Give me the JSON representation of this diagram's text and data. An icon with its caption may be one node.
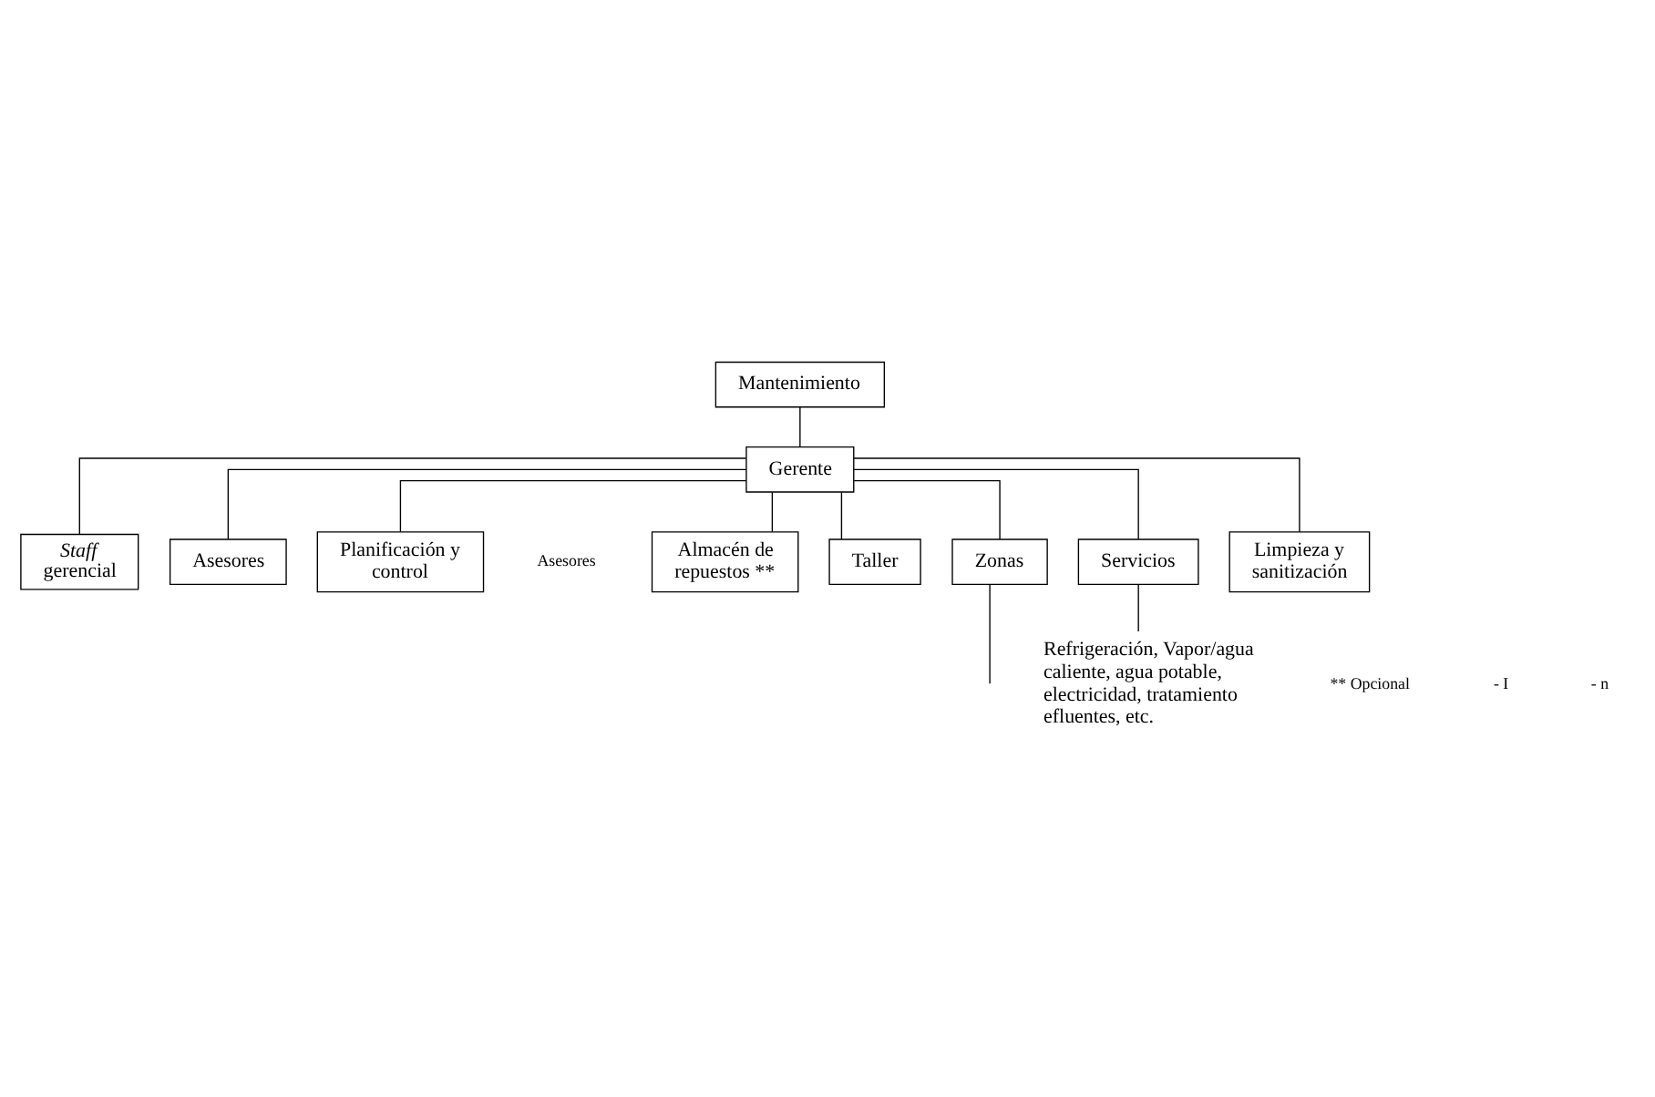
{
  "diagram": {
    "nodes": [
      {
        "text": [
          "Mantenimiento"
        ]
      },
      {
        "text": [
          "Gerente"
        ]
      },
      {
        "text": [
          "*Staff* gerencial"
        ]
      },
      {
        "text": [
          "Asesores"
        ]
      },
      {
        "text": [
          "Planificación y control"
        ]
      },
      {
        "text": [
          "Almacén de repuestos **"
        ]
      },
      {
        "text": [
          "Taller"
        ]
      },
      {
        "text": [
          "Zonas"
        ]
      },
      {
        "text": [
          "Servicios"
        ]
      },
      {
        "text": [
          "Limpieza y sanitización"
        ]
      },
      {
        "text": [
          "Refrigeración, Vapor/agua caliente, agua potable, electricidad, tratamiento efluentes, etc."
        ]
      }
    ],
    "edges": [
      {
        "from": 0,
        "to": 1,
        "arrow": "none"
      },
      {
        "from": 1,
        "to": 2,
        "arrow": "none"
      },
      {
        "from": 1,
        "to": 3,
        "arrow": "none"
      },
      {
        "from": 1,
        "to": 4,
        "arrow": "none"
      },
      {
        "from": 1,
        "to": 5,
        "arrow": "none"
      },
      {
        "from": 1,
        "to": 6,
        "arrow": "none"
      },
      {
        "from": 1,
        "to": 7,
        "arrow": "none"
      },
      {
        "from": 1,
        "to": 8,
        "arrow": "none"
      },
      {
        "from": 1,
        "to": 9,
        "arrow": "none"
      },
      {
        "from": 7,
        "to": null,
        "arrow": "none"
      },
      {
        "from": 8,
        "to": 10,
        "arrow": "none"
      }
    ],
    "labels": [
      "Asesores",
      "** Opcional",
      "- I",
      "- n"
    ]
  }
}
